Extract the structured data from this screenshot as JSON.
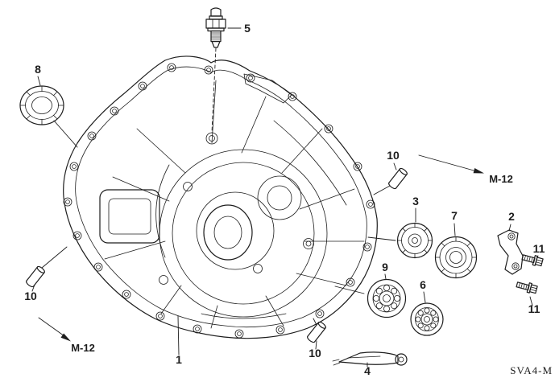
{
  "canvas": {
    "background": "#ffffff",
    "ink": "#1d1d1d"
  },
  "footer": {
    "code": "SVA4-M"
  },
  "references": {
    "m12_right": "M-12",
    "m12_bottom_left": "M-12"
  },
  "callouts": {
    "part1": "1",
    "part2": "2",
    "part3": "3",
    "part4": "4",
    "part5": "5",
    "part6": "6",
    "part7": "7",
    "part8": "8",
    "part9": "9",
    "part10_left": "10",
    "part10_top_right": "10",
    "part10_bottom": "10",
    "part11_upper": "11",
    "part11_lower": "11"
  }
}
